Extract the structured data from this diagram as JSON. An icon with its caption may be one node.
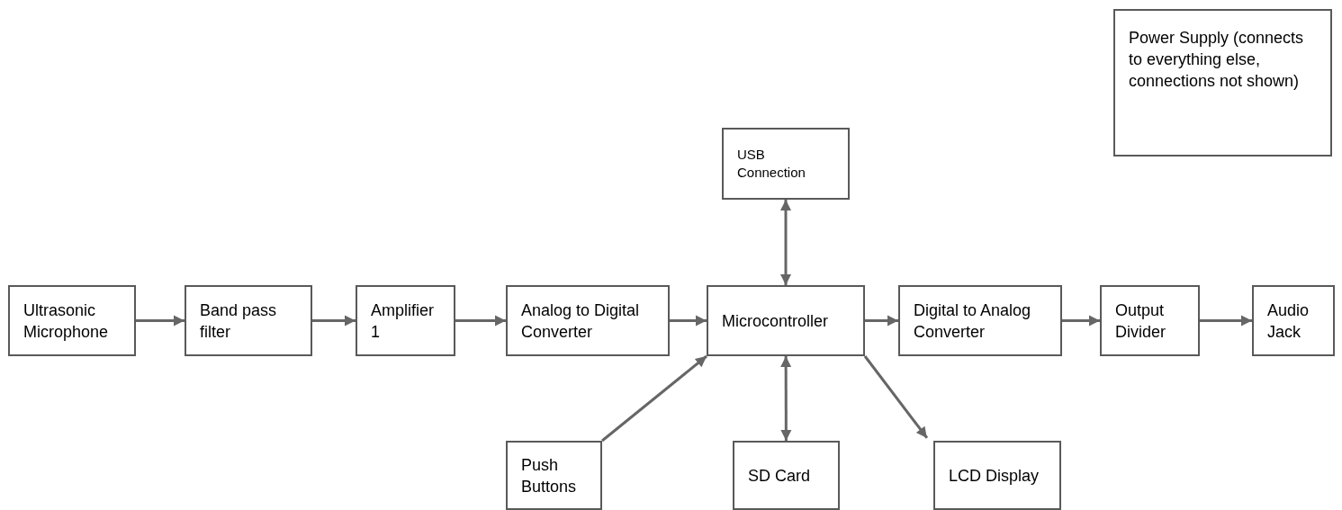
{
  "diagram": {
    "nodes": [
      {
        "text": [
          "Ultrasonic Microphone"
        ]
      },
      {
        "text": [
          "Band pass filter"
        ]
      },
      {
        "text": [
          "Amplifier 1"
        ]
      },
      {
        "text": [
          "Analog to Digital Converter"
        ]
      },
      {
        "text": [
          "Microcontroller"
        ]
      },
      {
        "text": [
          "Digital to Analog Converter"
        ]
      },
      {
        "text": [
          "Output Divider"
        ]
      },
      {
        "text": [
          "Audio Jack"
        ]
      },
      {
        "text": [
          "USB Connection"
        ]
      },
      {
        "text": [
          "Push Buttons"
        ]
      },
      {
        "text": [
          "SD Card"
        ]
      },
      {
        "text": [
          "LCD Display"
        ]
      },
      {
        "text": [
          "Power Supply (connects to everything else, connections not shown)"
        ]
      }
    ],
    "edges": [
      {
        "from": 0,
        "to": 1,
        "arrow": "to"
      },
      {
        "from": 1,
        "to": 2,
        "arrow": "to"
      },
      {
        "from": 2,
        "to": 3,
        "arrow": "to"
      },
      {
        "from": 3,
        "to": 4,
        "arrow": "to"
      },
      {
        "from": 4,
        "to": 5,
        "arrow": "to"
      },
      {
        "from": 5,
        "to": 6,
        "arrow": "to"
      },
      {
        "from": 6,
        "to": 7,
        "arrow": "to"
      },
      {
        "from": 4,
        "to": 8,
        "arrow": "both"
      },
      {
        "from": 9,
        "to": 4,
        "arrow": "to"
      },
      {
        "from": 4,
        "to": 10,
        "arrow": "both"
      },
      {
        "from": 4,
        "to": 11,
        "arrow": "to"
      }
    ]
  }
}
